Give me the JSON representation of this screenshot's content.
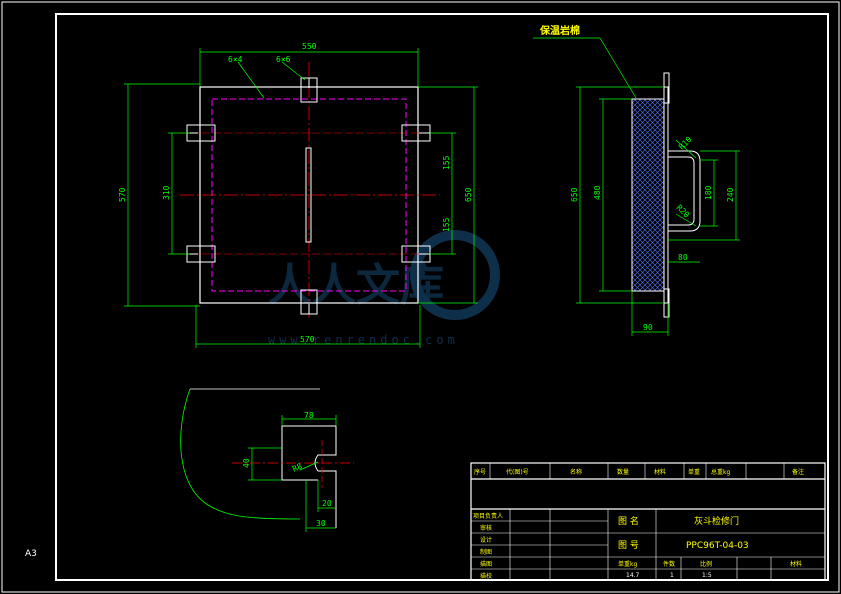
{
  "front_view": {
    "dims": {
      "top_width": "550",
      "bottom_width": "570",
      "left_height": "570",
      "inner_height": "310",
      "right_height": "650",
      "upper_segment": "155",
      "lower_segment": "155",
      "note_left": "6×4",
      "note_right": "6×6"
    }
  },
  "side_view": {
    "callout": "保温岩棉",
    "dims": {
      "height_total": "650",
      "height_inner": "480",
      "handle_radius": "R10",
      "handle_gap": "180",
      "handle_span": "240",
      "handle_bend_radius": "R20",
      "handle_depth": "80",
      "width": "90"
    }
  },
  "detail_view": {
    "dims": {
      "top": "78",
      "height": "40",
      "radius": "R8",
      "bottom_inner": "20",
      "bottom_outer": "30"
    }
  },
  "title_block": {
    "parts_header": [
      "序号",
      "代(图)号",
      "名称",
      "数量",
      "材料",
      "单重",
      "总重kg",
      "备注"
    ],
    "left_rows": [
      "项目负责人",
      "审核",
      "设计",
      "制图",
      "描图",
      "描校"
    ],
    "drawing_name_label": "图 名",
    "drawing_name": "灰斗检修门",
    "drawing_no_label": "图 号",
    "drawing_no": "PPC96T-04-03",
    "bottom_labels": [
      "单重kg",
      "件数",
      "比例",
      "材料"
    ],
    "bottom_values": [
      "14.7",
      "1",
      "1:5",
      ""
    ]
  },
  "sheet_size": "A3",
  "watermark": {
    "text": "人人文库",
    "url": "www.renrendoc.com"
  }
}
